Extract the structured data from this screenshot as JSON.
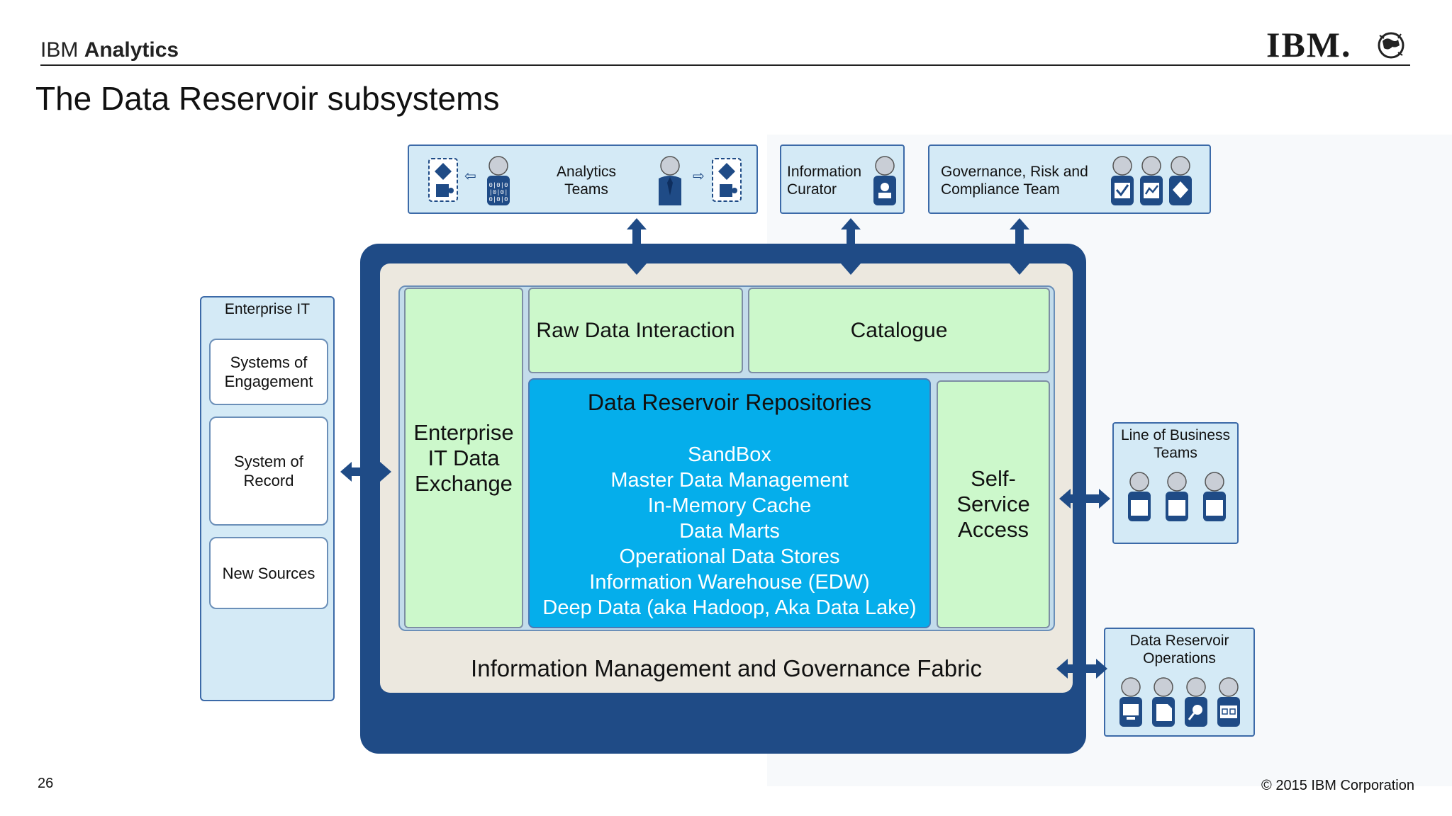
{
  "header": {
    "brand_prefix": "IBM",
    "brand_bold": "Analytics",
    "logo_text": "IBM.",
    "title": "The Data Reservoir subsystems"
  },
  "top_roles": {
    "analytics_teams": "Analytics\nTeams",
    "information_curator": "Information\nCurator",
    "governance_team": "Governance, Risk and\nCompliance Team"
  },
  "enterprise_it": {
    "title": "Enterprise IT",
    "items": [
      "Systems of\nEngagement",
      "System of\nRecord",
      "New Sources"
    ]
  },
  "fabric": {
    "enterprise_exchange": "Enterprise\nIT Data\nExchange",
    "raw_data": "Raw Data Interaction",
    "catalogue": "Catalogue",
    "self_service": "Self-\nService\nAccess",
    "repositories_title": "Data Reservoir Repositories",
    "repositories": [
      "SandBox",
      "Master Data Management",
      "In-Memory Cache",
      "Data Marts",
      "Operational Data Stores",
      "Information Warehouse (EDW)",
      "Deep Data (aka Hadoop, Aka Data Lake)"
    ],
    "governance_label": "Information Management and Governance Fabric"
  },
  "right_roles": {
    "lob_teams": "Line of Business\nTeams",
    "operations": "Data Reservoir\nOperations"
  },
  "footer": {
    "page_number": "26",
    "copyright": "© 2015 IBM Corporation"
  },
  "colors": {
    "fabric_navy": "#1f4b86",
    "repo_blue": "#05aeeb",
    "green_box": "#ccf8cb",
    "light_blue": "#d4eaf6"
  }
}
